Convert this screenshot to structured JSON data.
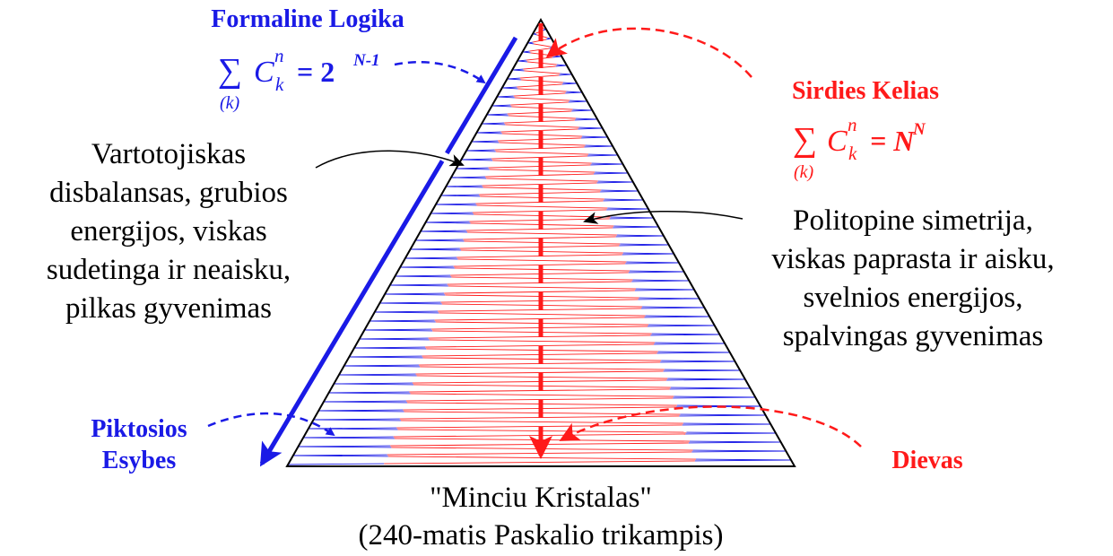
{
  "colors": {
    "blue": "#1a1ae6",
    "red": "#ff1a1a",
    "black": "#000000"
  },
  "left_top": {
    "title": "Formaline Logika",
    "formula": {
      "sigma": "∑",
      "index": "(k)",
      "C": "C",
      "sup": "n",
      "sub": "k",
      "rhs_base": "= 2",
      "rhs_exp": "N-1"
    }
  },
  "right_top": {
    "title": "Sirdies Kelias",
    "formula": {
      "sigma": "∑",
      "index": "(k)",
      "C": "C",
      "sup": "n",
      "sub": "k",
      "rhs_base": "= N",
      "rhs_exp": "N"
    }
  },
  "left_desc": [
    "Vartotojiskas",
    "disbalansas, grubios",
    "energijos, viskas",
    "sudetinga ir neaisku,",
    "pilkas gyvenimas"
  ],
  "right_desc": [
    "Politopine simetrija,",
    "viskas paprasta ir aisku,",
    "svelnios energijos,",
    "spalvingas gyvenimas"
  ],
  "bottom_left": [
    "Piktosios",
    "Esybes"
  ],
  "bottom_right": "Dievas",
  "caption": [
    "\"Minciu Kristalas\"",
    "(240-matis Paskalio trikampis)"
  ]
}
